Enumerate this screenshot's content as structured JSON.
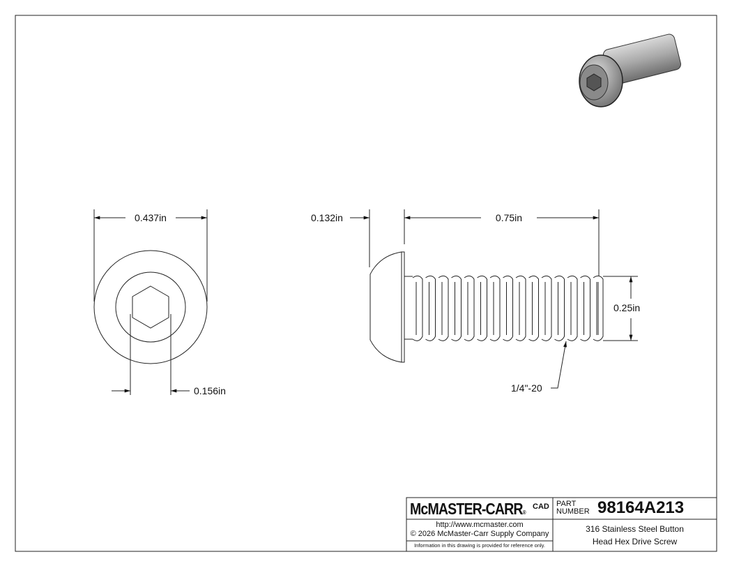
{
  "dimensions": {
    "head_diameter": "0.437in",
    "head_height": "0.132in",
    "length": "0.75in",
    "hex_size": "0.156in",
    "thread_diameter": "0.25in",
    "thread_spec": "1/4\"-20"
  },
  "title_block": {
    "logo": "McMASTER-CARR",
    "logo_mark": "CAD",
    "part_label_line1": "PART",
    "part_label_line2": "NUMBER",
    "part_number": "98164A213",
    "url": "http://www.mcmaster.com",
    "copyright": "© 2026 McMaster-Carr Supply Company",
    "disclaimer": "Information in this drawing is provided for reference only.",
    "description_line1": "316 Stainless Steel Button",
    "description_line2": "Head Hex Drive Screw"
  }
}
